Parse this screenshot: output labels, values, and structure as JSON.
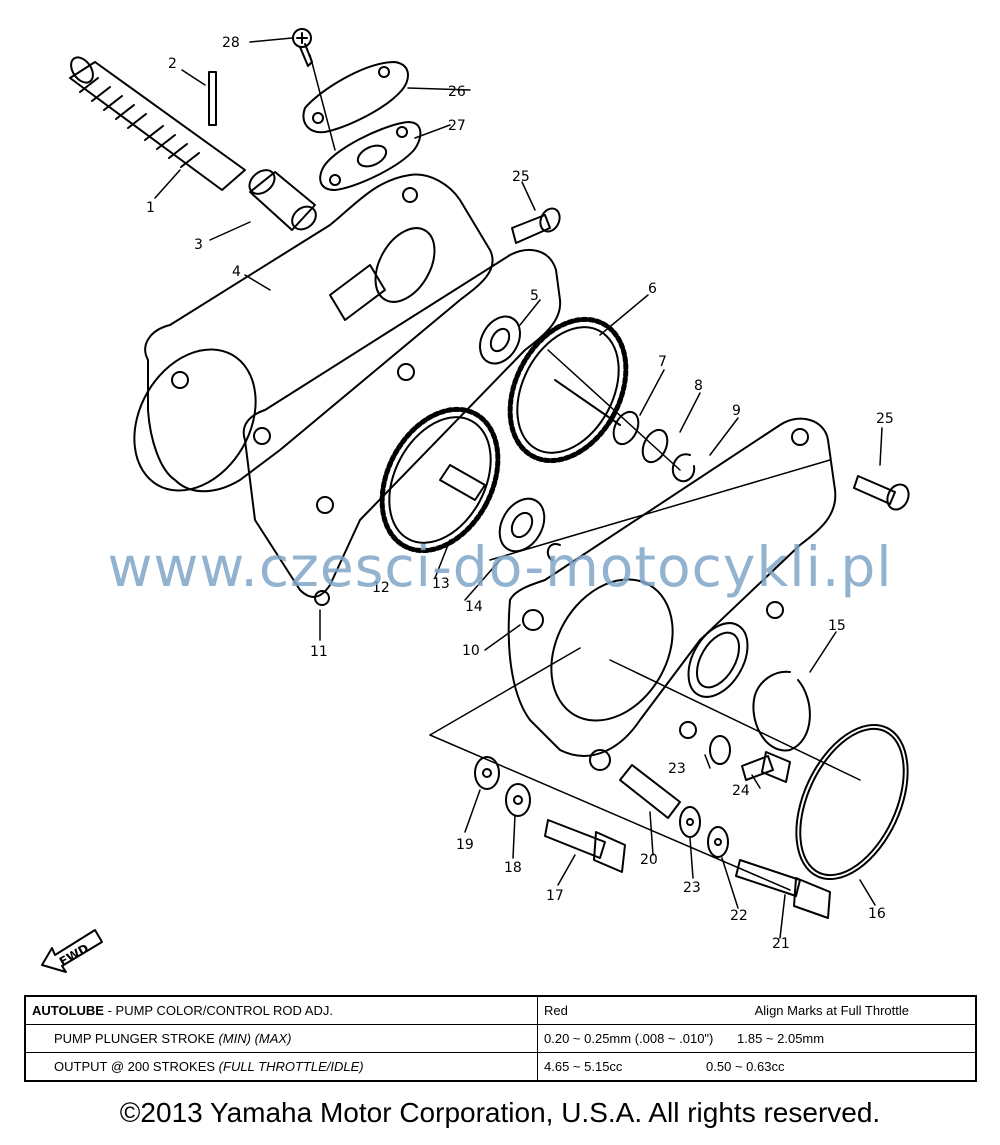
{
  "callouts": {
    "c1": "1",
    "c2": "2",
    "c3": "3",
    "c4": "4",
    "c5": "5",
    "c6": "6",
    "c7": "7",
    "c8": "8",
    "c9": "9",
    "c10": "10",
    "c11": "11",
    "c12": "12",
    "c13": "13",
    "c14": "14",
    "c15": "15",
    "c16": "16",
    "c17": "17",
    "c18": "18",
    "c19": "19",
    "c20": "20",
    "c21": "21",
    "c22": "22",
    "c23a": "23",
    "c23b": "23",
    "c24": "24",
    "c25a": "25",
    "c25b": "25",
    "c26": "26",
    "c27": "27",
    "c28": "28"
  },
  "fwd_label": "FWD",
  "watermark": "www.czesci-do-motocykli.pl",
  "table": {
    "row1_left_bold": "AUTOLUBE",
    "row1_left_rest": " - PUMP COLOR/CONTROL ROD ADJ.",
    "row1_right_a": "Red",
    "row1_right_b": "Align Marks at Full Throttle",
    "row2_left": "PUMP PLUNGER STROKE ",
    "row2_left_it": "(MIN) (MAX)",
    "row2_right_a": "0.20 ~ 0.25mm (.008 ~ .010\")",
    "row2_right_b": "1.85 ~ 2.05mm",
    "row3_left": "OUTPUT @ 200 STROKES ",
    "row3_left_it": "(FULL THROTTLE/IDLE)",
    "row3_right_a": "4.65 ~ 5.15cc",
    "row3_right_b": "0.50 ~ 0.63cc"
  },
  "copyright": "©2013 Yamaha Motor Corporation, U.S.A. All rights reserved."
}
